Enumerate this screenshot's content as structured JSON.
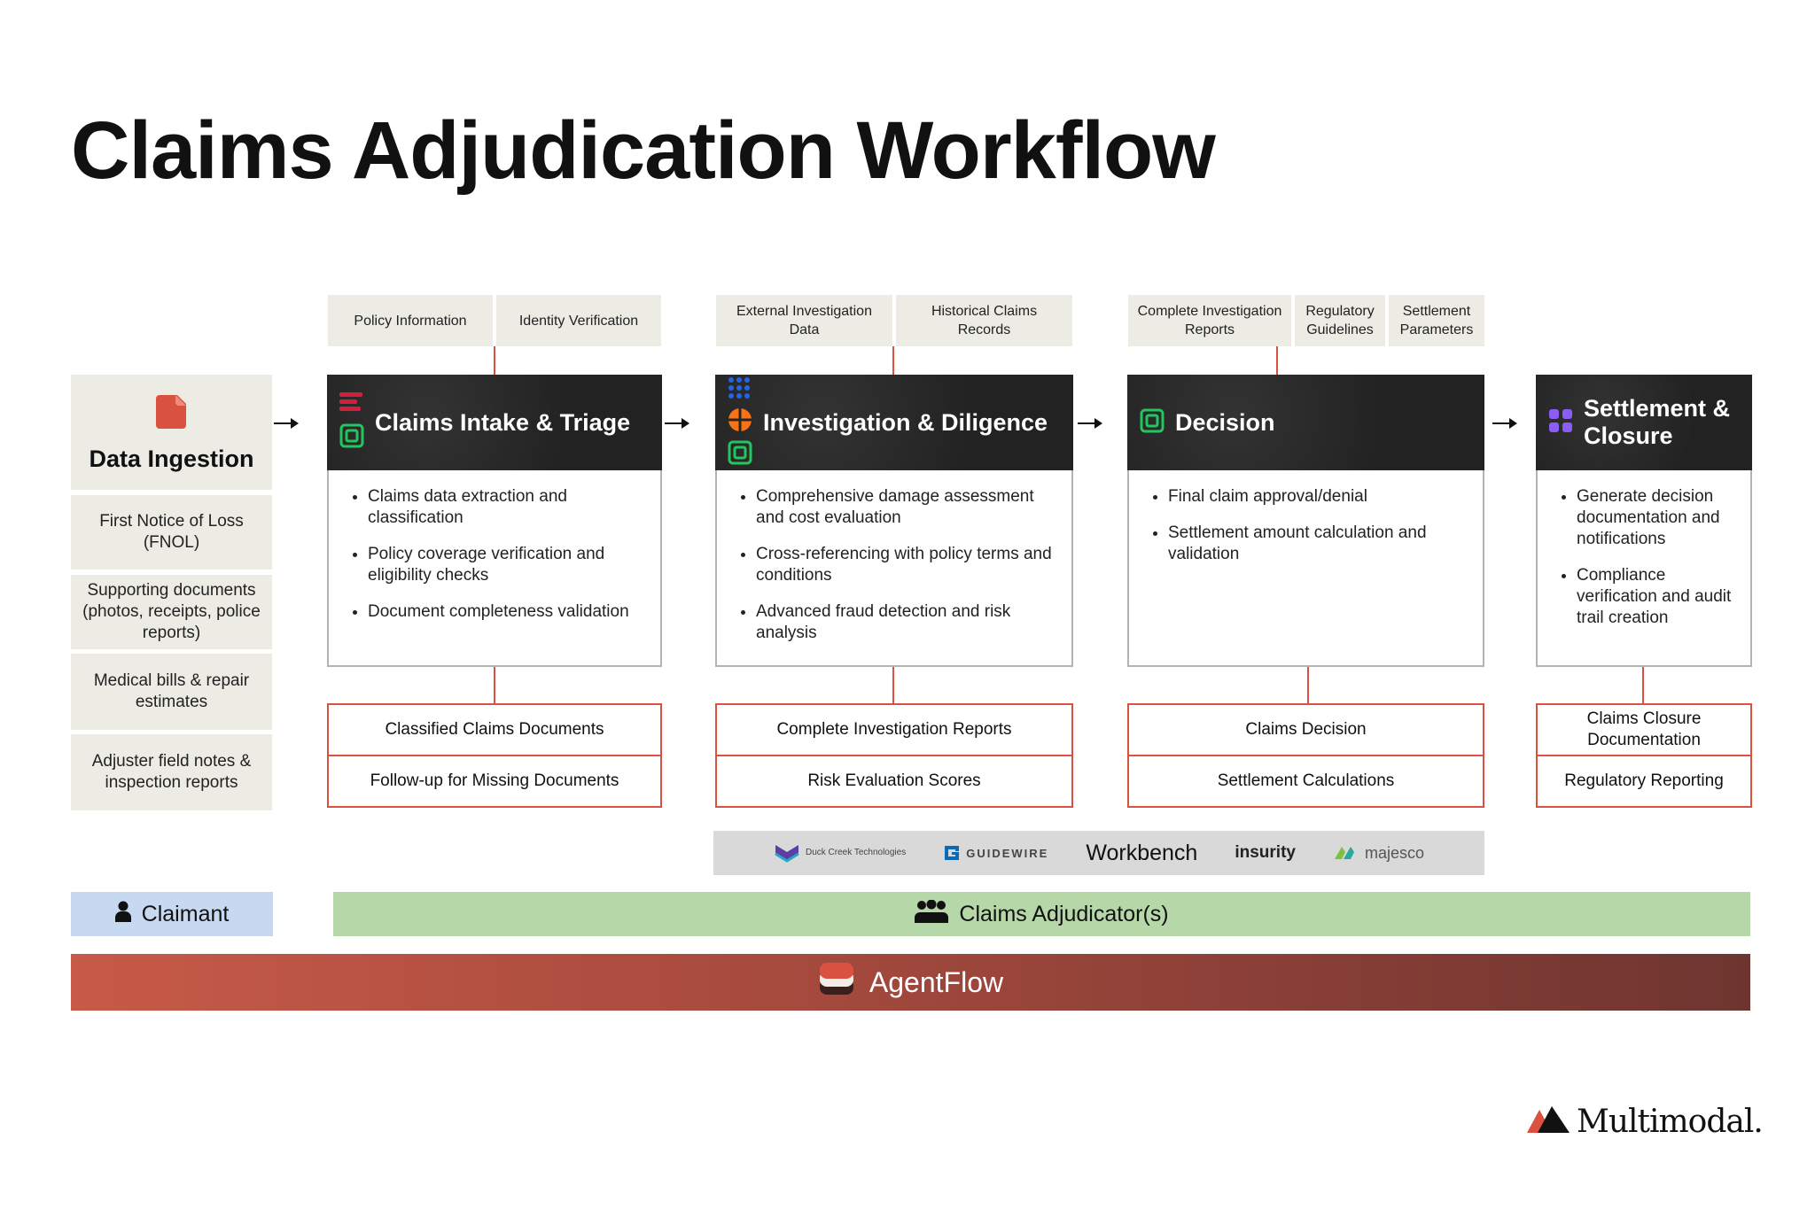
{
  "title": "Claims Adjudication Workflow",
  "ingestion": {
    "title": "Data Ingestion",
    "items": [
      "First Notice of Loss (FNOL)",
      "Supporting documents (photos, receipts, police reports)",
      "Medical bills & repair estimates",
      "Adjuster field notes & inspection reports"
    ]
  },
  "stages": [
    {
      "title": "Claims Intake & Triage",
      "inputs": [
        "Policy Information",
        "Identity Verification"
      ],
      "bullets": [
        "Claims data extraction and classification",
        "Policy coverage verification and eligibility checks",
        "Document completeness validation"
      ],
      "outputs": [
        "Classified Claims Documents",
        "Follow-up for Missing Documents"
      ]
    },
    {
      "title": "Investigation & Diligence",
      "inputs": [
        "External Investigation Data",
        "Historical Claims Records"
      ],
      "bullets": [
        "Comprehensive damage assessment and cost evaluation",
        "Cross-referencing with policy terms and conditions",
        "Advanced fraud detection and risk analysis"
      ],
      "outputs": [
        "Complete Investigation Reports",
        "Risk Evaluation Scores"
      ]
    },
    {
      "title": "Decision",
      "inputs": [
        "Complete Investigation Reports",
        "Regulatory Guidelines",
        "Settlement Parameters"
      ],
      "bullets": [
        "Final claim approval/denial",
        "Settlement amount calculation and validation"
      ],
      "outputs": [
        "Claims Decision",
        "Settlement Calculations"
      ]
    },
    {
      "title": "Settlement & Closure",
      "inputs": [],
      "bullets": [
        "Generate decision documentation and notifications",
        "Compliance verification and audit trail creation"
      ],
      "outputs": [
        "Claims Closure Documentation",
        "Regulatory Reporting"
      ]
    }
  ],
  "workbench": {
    "label": "Workbench",
    "logos": [
      "Duck Creek Technologies",
      "GUIDEWIRE",
      "insurity",
      "majesco"
    ]
  },
  "roles": {
    "claimant": "Claimant",
    "adjudicator": "Claims Adjudicator(s)"
  },
  "platform": "AgentFlow",
  "brand": "Multimodal.",
  "colors": {
    "accent": "#d9523f",
    "stage_header": "#262626",
    "input_bg": "#ecebe4",
    "claimant": "#c6d9f1",
    "adjudicator": "#b6d7a8"
  }
}
